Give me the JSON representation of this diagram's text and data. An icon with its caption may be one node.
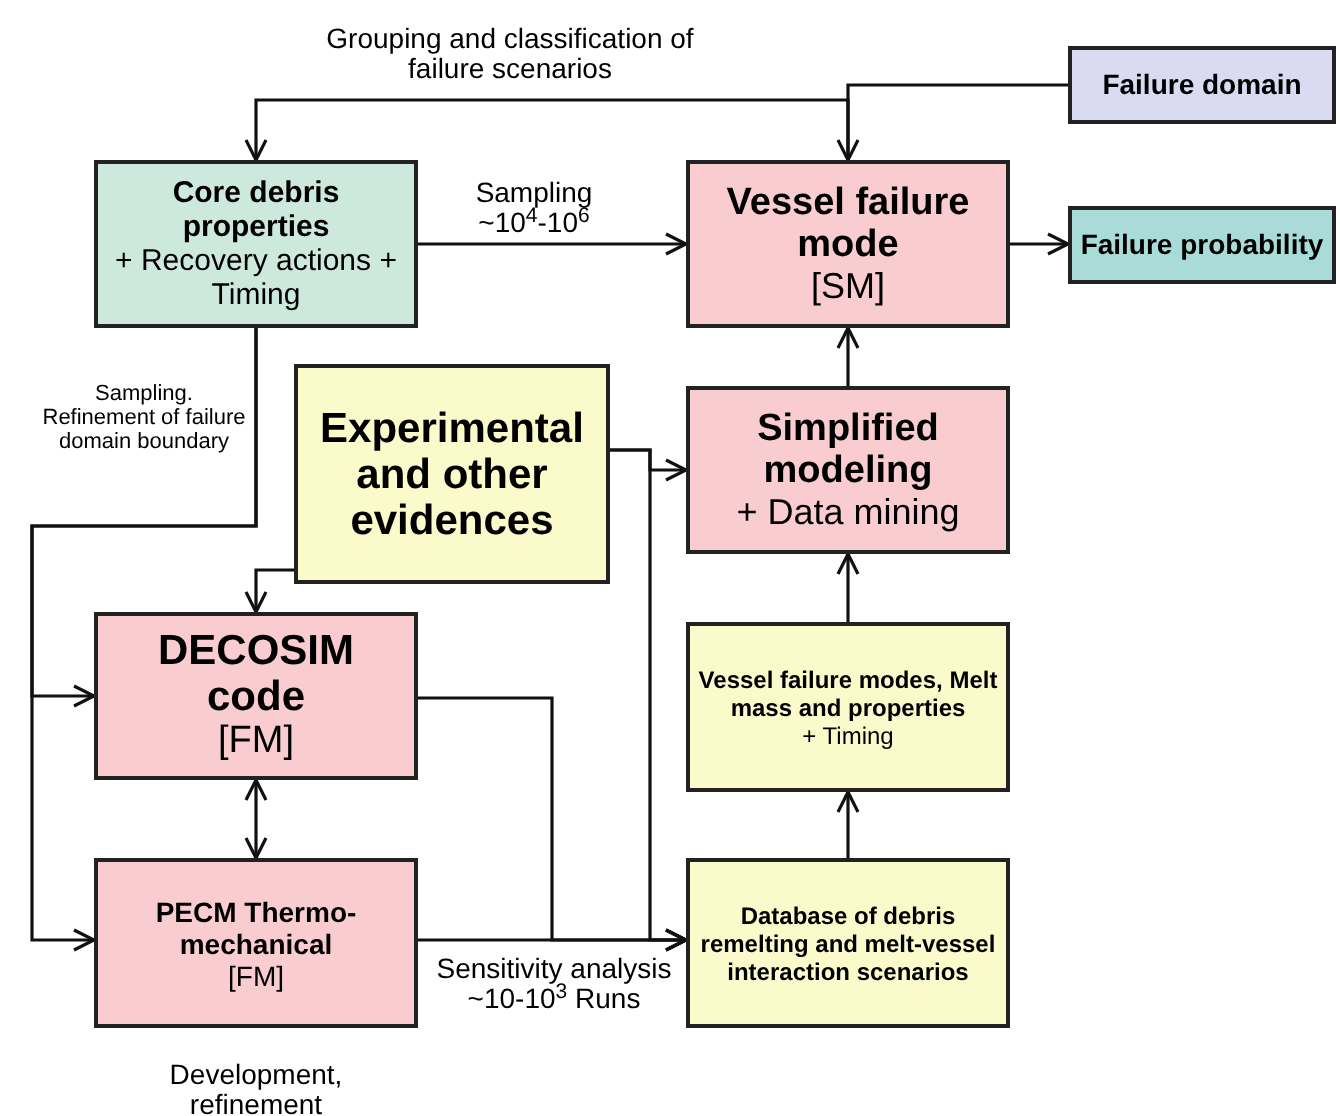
{
  "diagram": {
    "nodes": [
      {
        "text": [
          "Core debris properties",
          "+ Recovery actions + Timing"
        ]
      },
      {
        "text": [
          "Vessel failure mode",
          "[SM]"
        ]
      },
      {
        "text": [
          "Failure domain"
        ]
      },
      {
        "text": [
          "Failure probability"
        ]
      },
      {
        "text": [
          "Experimental and other evidences"
        ]
      },
      {
        "text": [
          "Simplified modeling",
          "+ Data mining"
        ]
      },
      {
        "text": [
          "DECOSIM code",
          "[FM]"
        ]
      },
      {
        "text": [
          "Vessel failure modes, Melt mass and properties",
          "+ Timing"
        ]
      },
      {
        "text": [
          "PECM Thermo-mechanical",
          "[FM]"
        ],
        "beside": [
          "Development, refinement"
        ]
      },
      {
        "text": [
          "Database of debris remelting and melt-vessel interaction scenarios"
        ]
      }
    ],
    "edges": [
      {
        "from": 1,
        "to": 0,
        "arrow": "to",
        "label": "Grouping and classification of failure scenarios"
      },
      {
        "from": 2,
        "to": 1,
        "arrow": "to"
      },
      {
        "from": 0,
        "to": 1,
        "arrow": "to",
        "label": "Sampling ~10$^{4}$-10$^{6}$"
      },
      {
        "from": 1,
        "to": 3,
        "arrow": "to"
      },
      {
        "from": 5,
        "to": 1,
        "arrow": "to"
      },
      {
        "from": 4,
        "to": 5,
        "arrow": "to"
      },
      {
        "from": 4,
        "to": 9,
        "arrow": "to"
      },
      {
        "from": 4,
        "to": 6,
        "arrow": "to"
      },
      {
        "from": 0,
        "to": 6,
        "arrow": "to",
        "label": "Sampling. Refinement of failure domain boundary"
      },
      {
        "from": 0,
        "to": 8,
        "arrow": "to"
      },
      {
        "from": 6,
        "to": 8,
        "arrow": "both"
      },
      {
        "from": 6,
        "to": 9,
        "arrow": "to"
      },
      {
        "from": 8,
        "to": 9,
        "arrow": "to",
        "label": "Sensitivity analysis ~10-10$^{3}$ Runs"
      },
      {
        "from": 9,
        "to": 7,
        "arrow": "to"
      },
      {
        "from": 7,
        "to": 5,
        "arrow": "to"
      }
    ]
  }
}
